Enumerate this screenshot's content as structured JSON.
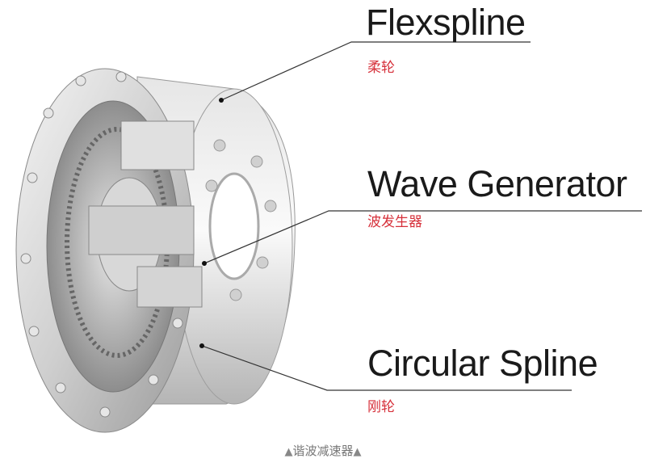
{
  "labels": {
    "flexspline": {
      "en": "Flexspline",
      "cn": "柔轮"
    },
    "wave_generator": {
      "en": "Wave Generator",
      "cn": "波发生器"
    },
    "circular_spline": {
      "en": "Circular Spline",
      "cn": "刚轮"
    }
  },
  "caption": {
    "marker": "▲",
    "text": "谐波减速器"
  },
  "colors": {
    "label_cn": "#d6303a",
    "label_en": "#1a1a1a",
    "caption": "#777777",
    "leader": "#333333"
  }
}
